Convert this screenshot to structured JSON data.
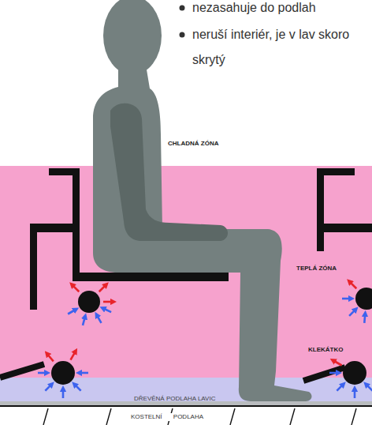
{
  "diagram": {
    "nodes": [
      {
        "text": [
          "TEPLÁ ZÓNA"
        ]
      },
      {
        "text": [
          "DŘEVĚNÁ PODLAHA LAVIC"
        ]
      }
    ],
    "labels": [
      "nezasahuje do podlah",
      "neruší interiér, je v lav skoro skrytý",
      "CHLADNÁ ZÓNA",
      "KLEKÁTKO",
      "KOSTELNÍ PODLAHA"
    ]
  }
}
